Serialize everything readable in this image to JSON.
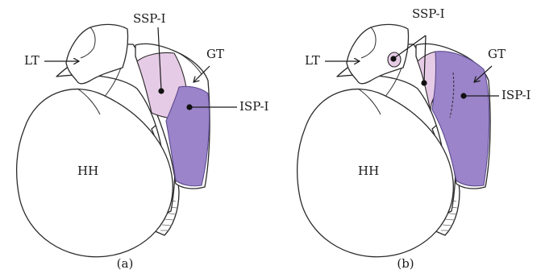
{
  "colors": {
    "ssp_fill": "#e6cbe6",
    "isp_fill": "#9b84c9",
    "isp_stroke": "#5c4a8f",
    "bone_outline": "#2b2b2b"
  },
  "panels": [
    {
      "caption": "(a)",
      "labels": {
        "LT": "LT",
        "SSP": "SSP-I",
        "GT": "GT",
        "ISP": "ISP-I",
        "HH": "HH"
      }
    },
    {
      "caption": "(b)",
      "labels": {
        "LT": "LT",
        "SSP": "SSP-I",
        "GT": "GT",
        "ISP": "ISP-I",
        "HH": "HH"
      }
    }
  ]
}
